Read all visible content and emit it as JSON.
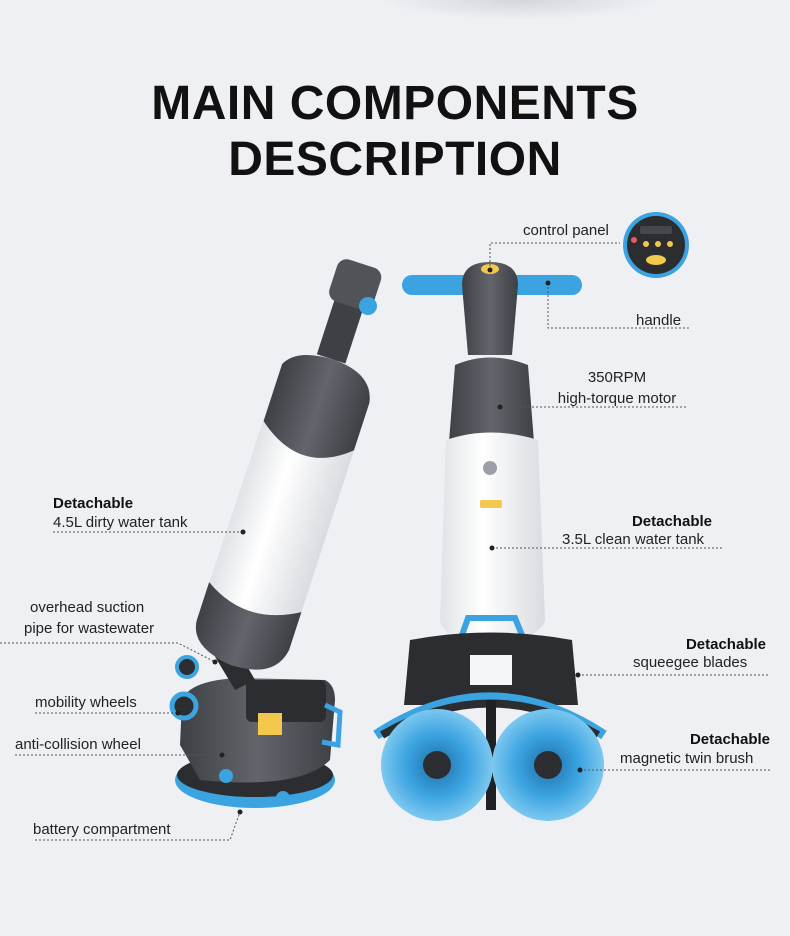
{
  "title": {
    "line1": "MAIN COMPONENTS",
    "line2": "DESCRIPTION"
  },
  "labels": {
    "control_panel": "control panel",
    "handle": "handle",
    "motor_line1": "350RPM",
    "motor_line2": "high-torque motor",
    "dirty_tank_title": "Detachable",
    "dirty_tank_desc": "4.5L dirty water tank",
    "clean_tank_title": "Detachable",
    "clean_tank_desc": "3.5L clean water tank",
    "suction_line1": "overhead suction",
    "suction_line2": "pipe for wastewater",
    "squeegee_title": "Detachable",
    "squeegee_desc": "squeegee  blades",
    "mobility_wheels": "mobility wheels",
    "anti_collision": "anti-collision wheel",
    "brush_title": "Detachable",
    "brush_desc": "magnetic twin brush",
    "battery": "battery compartment"
  },
  "colors": {
    "accent_blue": "#3aa3e0",
    "body_white": "#f4f5f7",
    "body_grey": "#505358",
    "dark": "#2b2d31",
    "yellow": "#f2c94c"
  }
}
